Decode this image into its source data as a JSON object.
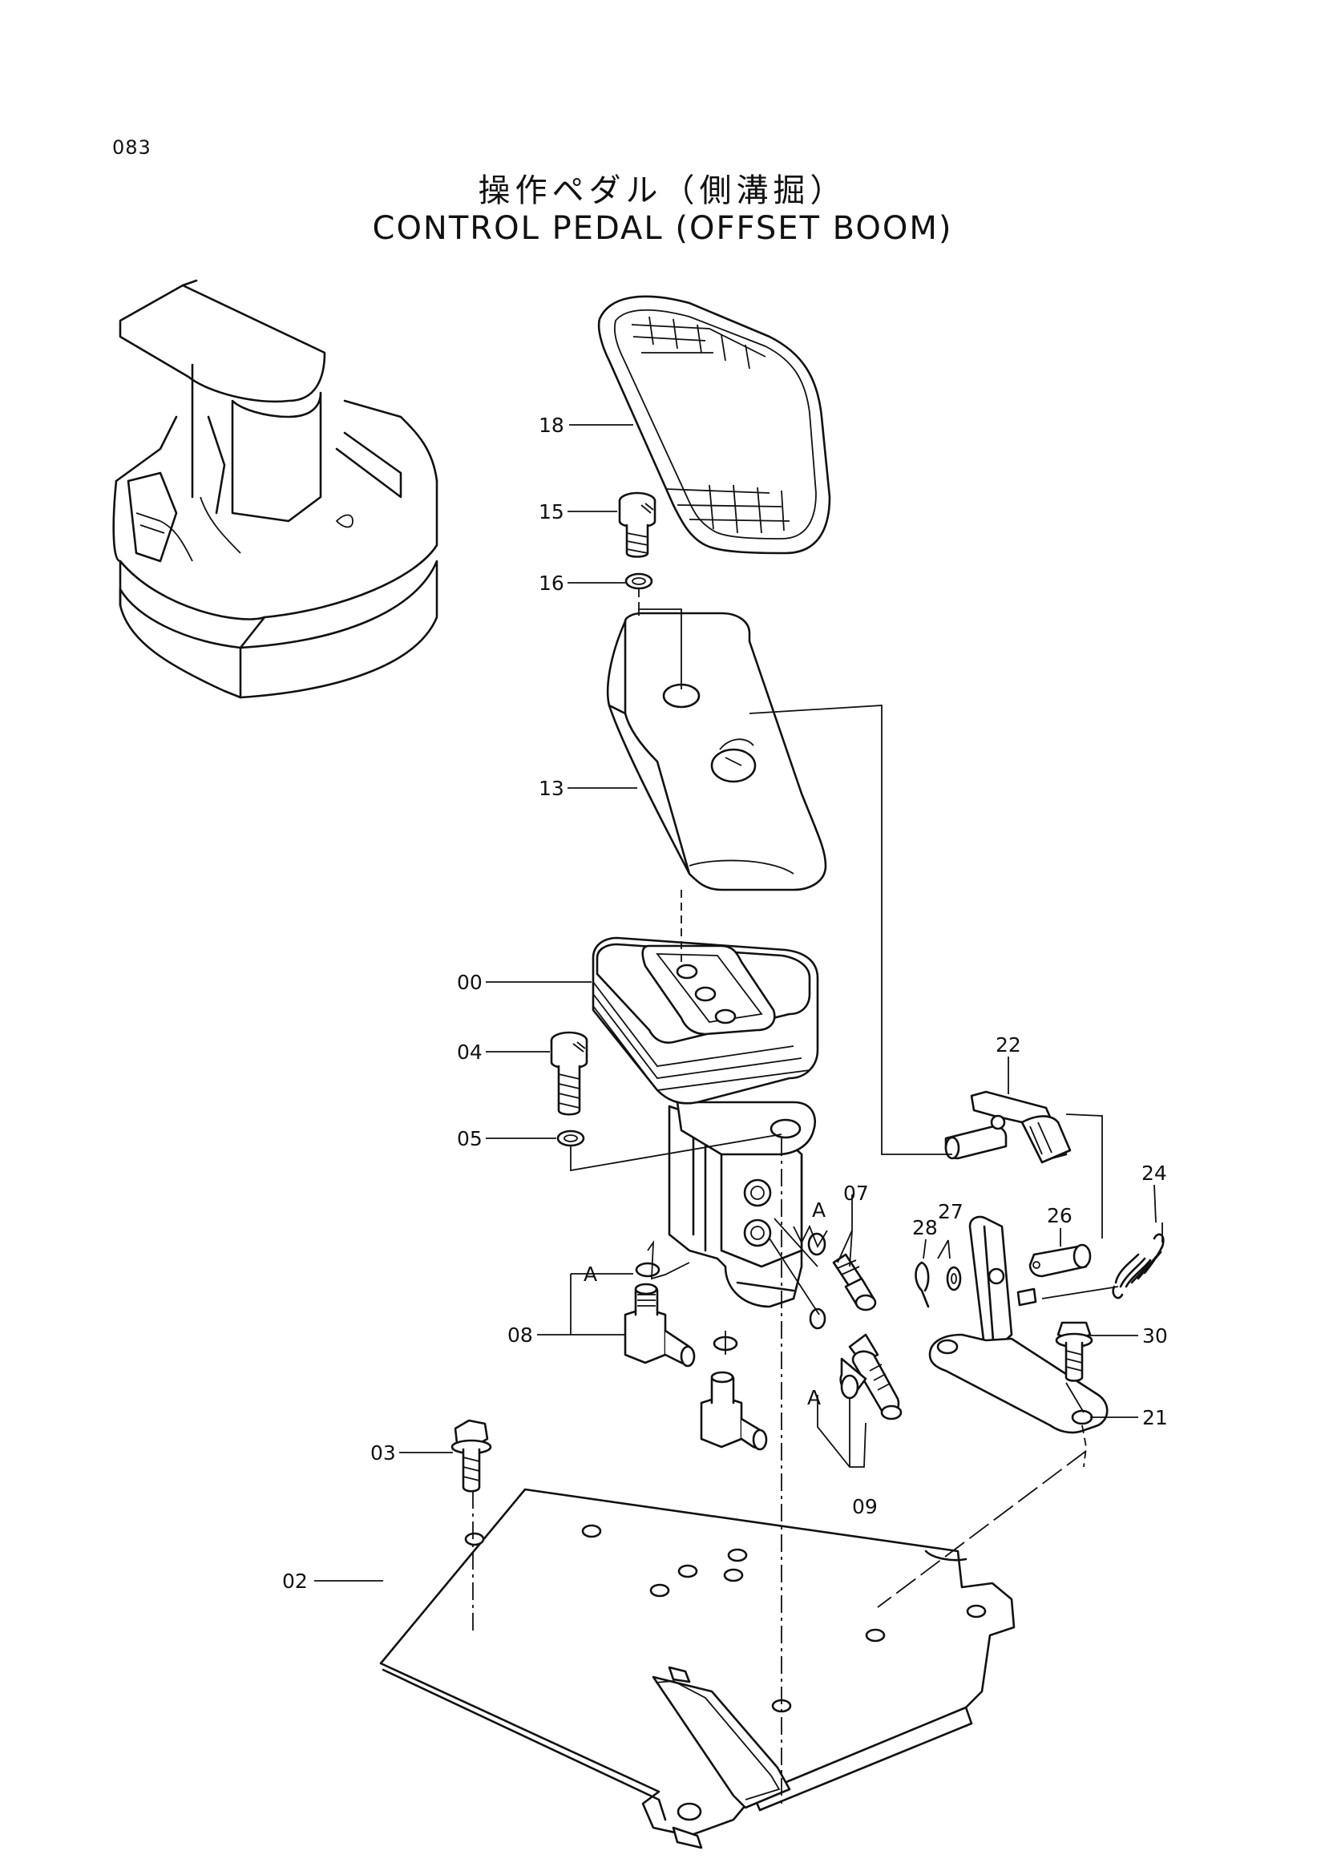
{
  "page_number": "083",
  "title": {
    "japanese": "操作ペダル（側溝掘）",
    "english": "CONTROL PEDAL (OFFSET BOOM)"
  },
  "callouts": {
    "p18": "18",
    "p15": "15",
    "p16": "16",
    "p13": "13",
    "p00": "00",
    "p04": "04",
    "p05": "05",
    "p22": "22",
    "p24": "24",
    "p07": "07",
    "p07a": "A",
    "p28": "28",
    "p27": "27",
    "p26": "26",
    "p08": "08",
    "p08a": "A",
    "p30": "30",
    "p21": "21",
    "p09": "09",
    "p09a": "A",
    "p03": "03",
    "p02": "02"
  }
}
